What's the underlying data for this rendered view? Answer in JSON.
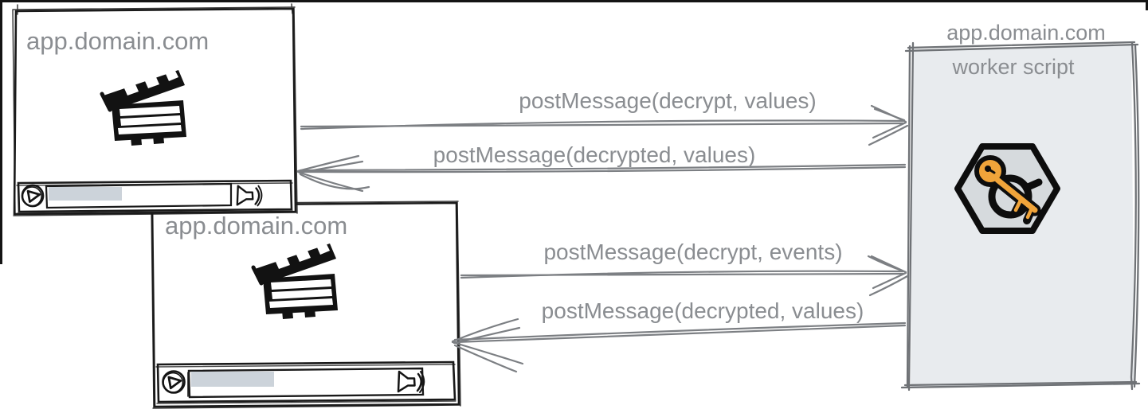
{
  "diagram": {
    "frames": [
      {
        "id": "player1",
        "title": "app.domain.com"
      },
      {
        "id": "player2",
        "title": "app.domain.com"
      }
    ],
    "worker": {
      "domain": "app.domain.com",
      "label": "worker script"
    },
    "messages": [
      {
        "label": "postMessage(decrypt, values)",
        "direction": "right"
      },
      {
        "label": "postMessage(decrypted, values)",
        "direction": "left"
      },
      {
        "label": "postMessage(decrypt, events)",
        "direction": "right"
      },
      {
        "label": "postMessage(decrypted, values)",
        "direction": "left"
      }
    ],
    "icons": {
      "player1": [
        "clapperboard-icon",
        "play-icon",
        "progress-bar",
        "speaker-icon"
      ],
      "player2": [
        "clapperboard-icon",
        "play-icon",
        "progress-bar",
        "speaker-icon"
      ],
      "worker": [
        "hexagon-keys-icon"
      ]
    },
    "colors": {
      "worker_box_fill": "#e8ebee",
      "hexagon_fill": "#d6dadd",
      "key_orange": "#f0a43a",
      "arrow_gray": "#7c7f83",
      "label_gray": "#8a8d91",
      "progress_fill": "#ccd3da",
      "ink": "#151515"
    }
  }
}
